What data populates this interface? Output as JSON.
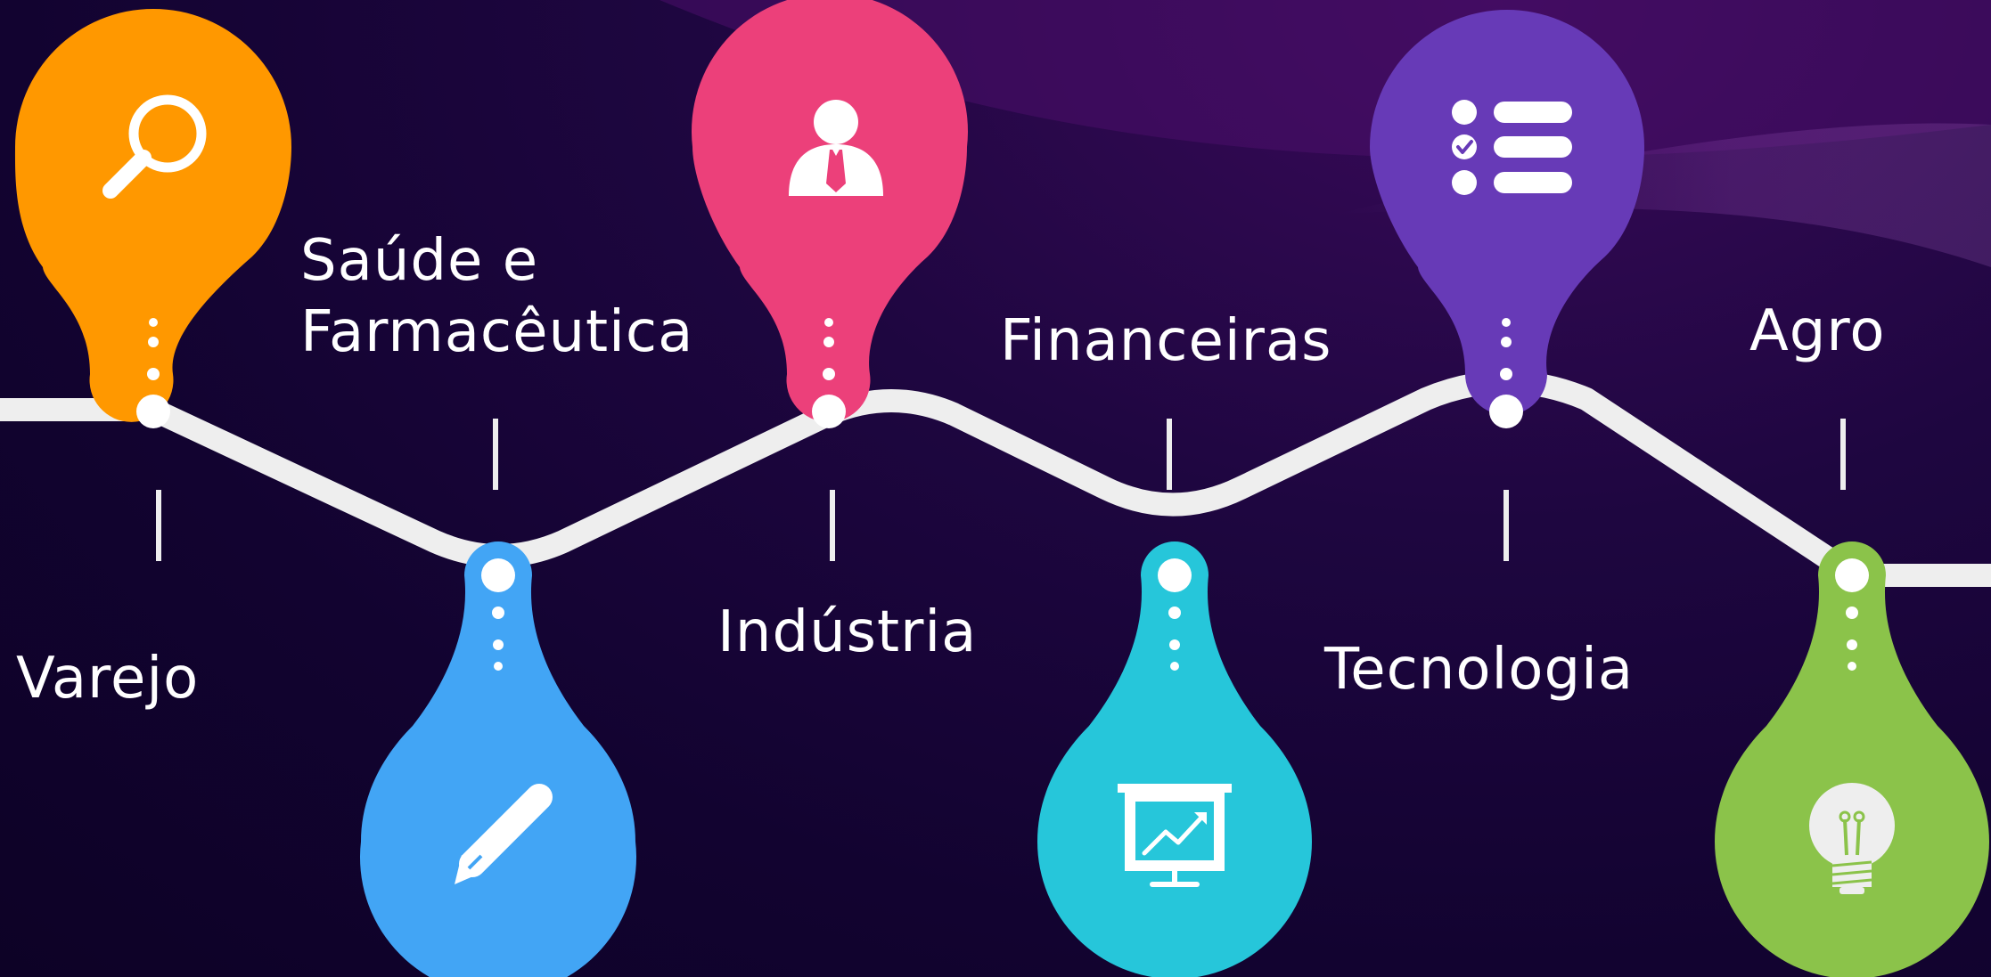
{
  "colors": {
    "background": "#140436",
    "road": "#eeeeee",
    "varejo": "#ff9800",
    "saude": "#42a5f5",
    "industria": "#ec407a",
    "financeiras": "#26c6da",
    "tecnologia": "#673ab7",
    "agro": "#8bc34a"
  },
  "sectors": [
    {
      "label": "Varejo",
      "icon": "search-icon",
      "position": "top"
    },
    {
      "label_line1": "Saúde e",
      "label_line2": "Farmacêutica",
      "icon": "pencil-icon",
      "position": "bottom"
    },
    {
      "label": "Indústria",
      "icon": "businessman-icon",
      "position": "top"
    },
    {
      "label": "Financeiras",
      "icon": "presentation-chart-icon",
      "position": "bottom"
    },
    {
      "label": "Tecnologia",
      "icon": "checklist-icon",
      "position": "top"
    },
    {
      "label": "Agro",
      "icon": "lightbulb-icon",
      "position": "bottom"
    }
  ]
}
